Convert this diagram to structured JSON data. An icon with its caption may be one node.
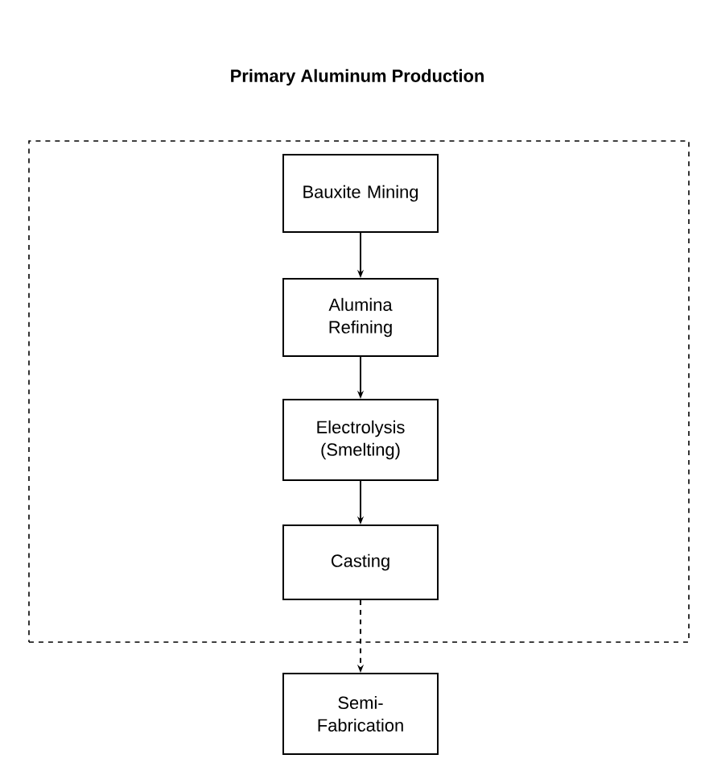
{
  "diagram": {
    "title": "Primary Aluminum Production",
    "nodes": [
      {
        "text": [],
        "shape": "box"
      },
      {
        "text": [
          "Bauxite Mining"
        ],
        "in": 0
      },
      {
        "text": [
          "Alumina Refining"
        ],
        "in": 0
      },
      {
        "text": [
          "Electrolysis (Smelting)"
        ],
        "in": 0
      },
      {
        "text": [
          "Casting"
        ],
        "in": 0
      },
      {
        "text": [
          "Semi-Fabrication"
        ]
      }
    ],
    "edges": [
      {
        "from": 1,
        "to": 2,
        "arrow": "to"
      },
      {
        "from": 2,
        "to": 3,
        "arrow": "to"
      },
      {
        "from": 3,
        "to": 4,
        "arrow": "to"
      },
      {
        "from": 4,
        "to": 5,
        "arrow": "to",
        "style": "dashed"
      }
    ]
  }
}
